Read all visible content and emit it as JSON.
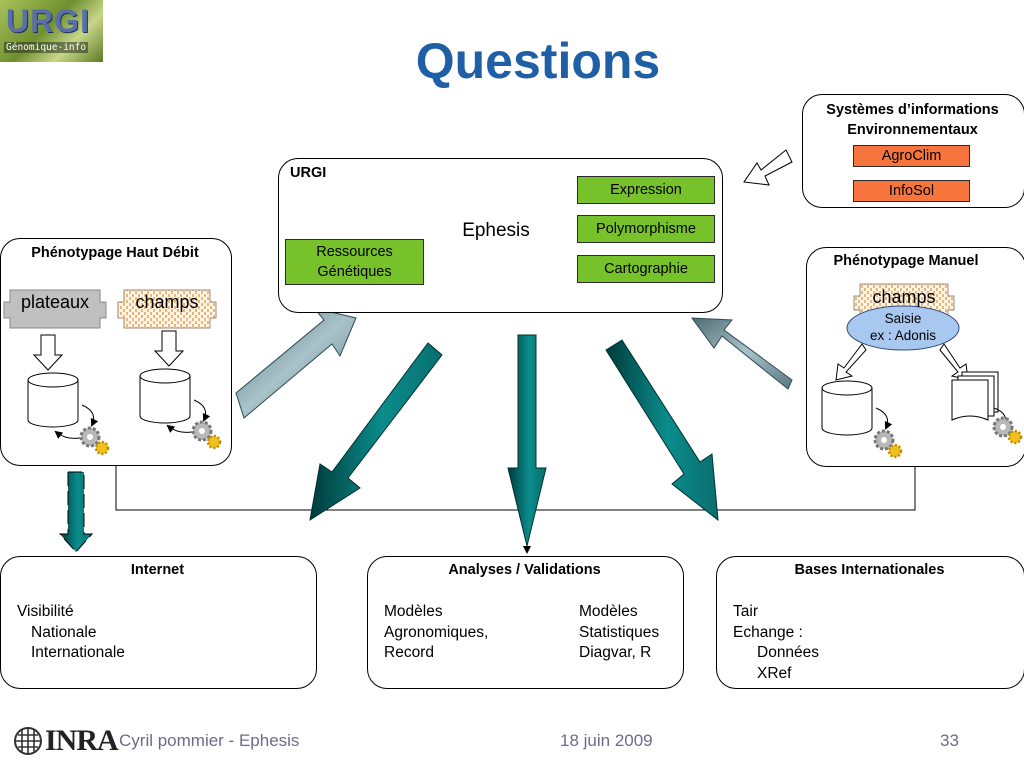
{
  "logo": {
    "main": "URGI",
    "sub": "Génomique-info"
  },
  "title": "Questions",
  "sie": {
    "title_line1": "Systèmes d’informations",
    "title_line2": "Environnementaux",
    "items": [
      "AgroClim",
      "InfoSol"
    ]
  },
  "urgi": {
    "label": "URGI",
    "database": "Ephesis",
    "resources_line1": "Ressources",
    "resources_line2": "Génétiques",
    "outputs": [
      "Expression",
      "Polymorphisme",
      "Cartographie"
    ]
  },
  "high_throughput": {
    "title": "Phénotypage Haut Débit",
    "sources": [
      "plateaux",
      "champs"
    ]
  },
  "manual": {
    "title": "Phénotypage Manuel",
    "source": "champs",
    "entry_line1": "Saisie",
    "entry_line2": "ex : Adonis"
  },
  "internet": {
    "title": "Internet",
    "lines": [
      "Visibilité",
      "Nationale",
      "Internationale"
    ]
  },
  "analyses": {
    "title": "Analyses / Validations",
    "col1": [
      "Modèles",
      "Agronomiques,",
      "Record"
    ],
    "col2": [
      "Modèles",
      "Statistiques",
      "Diagvar, R"
    ]
  },
  "international": {
    "title": "Bases Internationales",
    "lines": [
      "Tair",
      "Echange :",
      "Données",
      "XRef"
    ]
  },
  "footer": {
    "logo_text": "INRA",
    "author": "Cyril pommier - Ephesis",
    "date": "18 juin 2009",
    "page": "33"
  },
  "colors": {
    "title": "#1f5fa5",
    "green": "#77c12a",
    "orange": "#f7753c",
    "ephesis": "#e08080",
    "teal": "#008080",
    "slate": "#7f9ea8"
  }
}
